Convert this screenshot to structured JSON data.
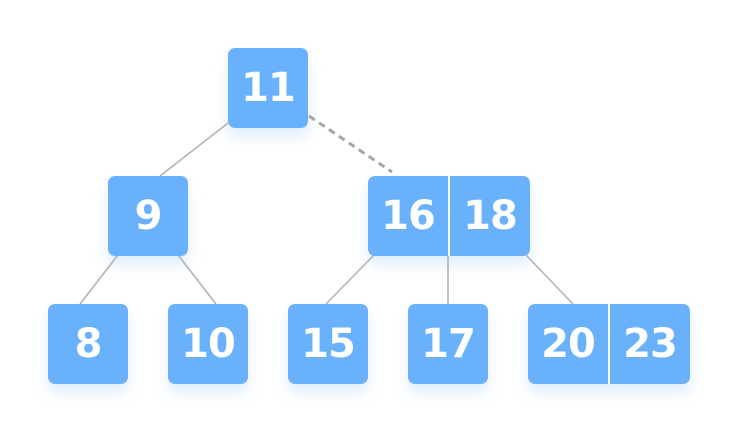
{
  "tree": {
    "root": {
      "keys": [
        "11"
      ]
    },
    "level1": [
      {
        "keys": [
          "9"
        ]
      },
      {
        "keys": [
          "16",
          "18"
        ]
      }
    ],
    "level2": [
      {
        "keys": [
          "8"
        ]
      },
      {
        "keys": [
          "10"
        ]
      },
      {
        "keys": [
          "15"
        ]
      },
      {
        "keys": [
          "17"
        ]
      },
      {
        "keys": [
          "20",
          "23"
        ]
      }
    ]
  },
  "colors": {
    "node_fill": "#69b1fb",
    "node_text": "#ffffff",
    "edge": "#b3b3b3",
    "dashed_edge": "#a6a6a6"
  }
}
